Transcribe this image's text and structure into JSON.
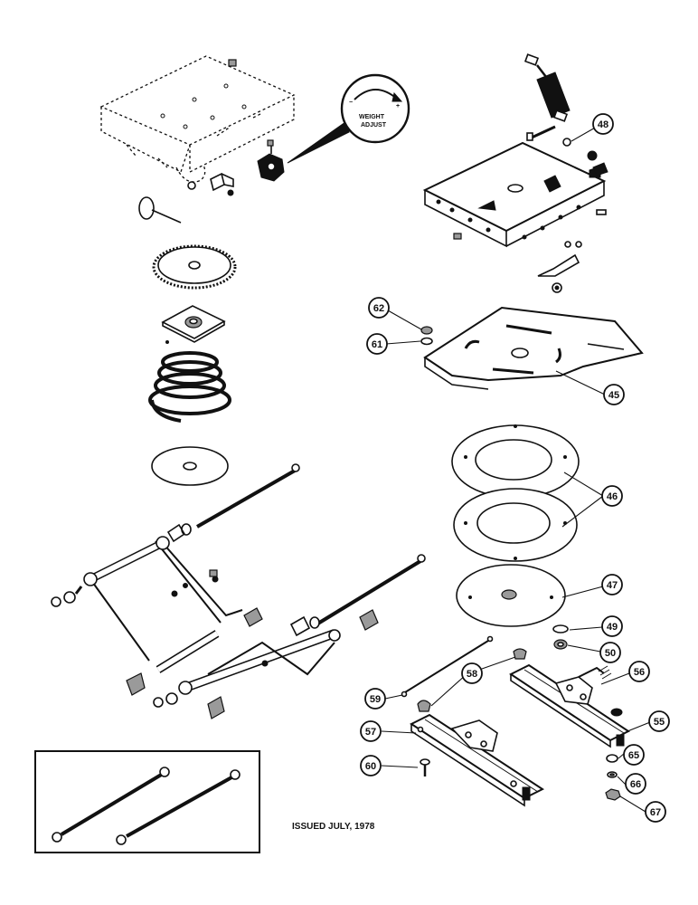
{
  "diagram": {
    "issued_note": "ISSUED JULY, 1978",
    "gauge": {
      "line1": "WEIGHT",
      "line2": "ADJUST",
      "minus": "−",
      "plus": "+"
    },
    "callouts": [
      {
        "id": "c48",
        "label": "48"
      },
      {
        "id": "c62",
        "label": "62"
      },
      {
        "id": "c61",
        "label": "61"
      },
      {
        "id": "c45",
        "label": "45"
      },
      {
        "id": "c46",
        "label": "46"
      },
      {
        "id": "c47",
        "label": "47"
      },
      {
        "id": "c49",
        "label": "49"
      },
      {
        "id": "c50",
        "label": "50"
      },
      {
        "id": "c56",
        "label": "56"
      },
      {
        "id": "c58",
        "label": "58"
      },
      {
        "id": "c59",
        "label": "59"
      },
      {
        "id": "c55",
        "label": "55"
      },
      {
        "id": "c57",
        "label": "57"
      },
      {
        "id": "c60",
        "label": "60"
      },
      {
        "id": "c65",
        "label": "65"
      },
      {
        "id": "c66",
        "label": "66"
      },
      {
        "id": "c67",
        "label": "67"
      }
    ]
  }
}
